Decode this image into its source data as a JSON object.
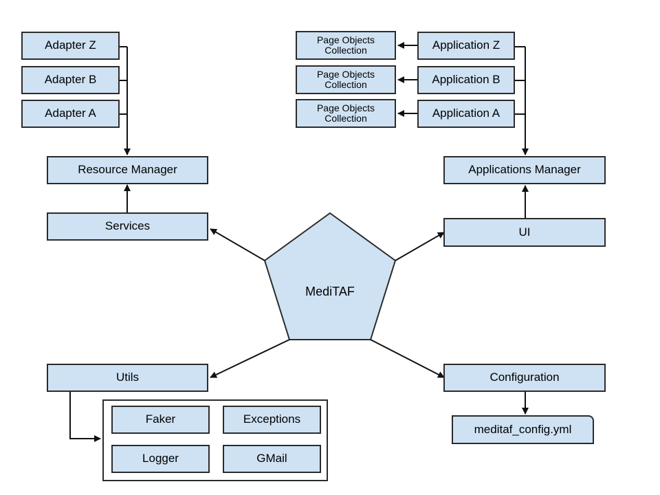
{
  "diagram": {
    "core": {
      "label": "MediTAF"
    },
    "adapters": [
      "Adapter Z",
      "Adapter B",
      "Adapter A"
    ],
    "resource_manager": "Resource Manager",
    "services": "Services",
    "applications": [
      "Application Z",
      "Application B",
      "Application A"
    ],
    "page_objects": [
      "Page Objects\nCollection",
      "Page Objects\nCollection",
      "Page Objects\nCollection"
    ],
    "applications_manager": "Applications Manager",
    "ui": "UI",
    "utils": "Utils",
    "utils_items": [
      "Faker",
      "Exceptions",
      "Logger",
      "GMail"
    ],
    "configuration": "Configuration",
    "config_file": "meditaf_config.yml"
  },
  "colors": {
    "box_fill": "#cfe2f3",
    "stroke": "#2b2b2b",
    "pentagon_fill": "#cfe2f3",
    "background": "#ffffff"
  }
}
